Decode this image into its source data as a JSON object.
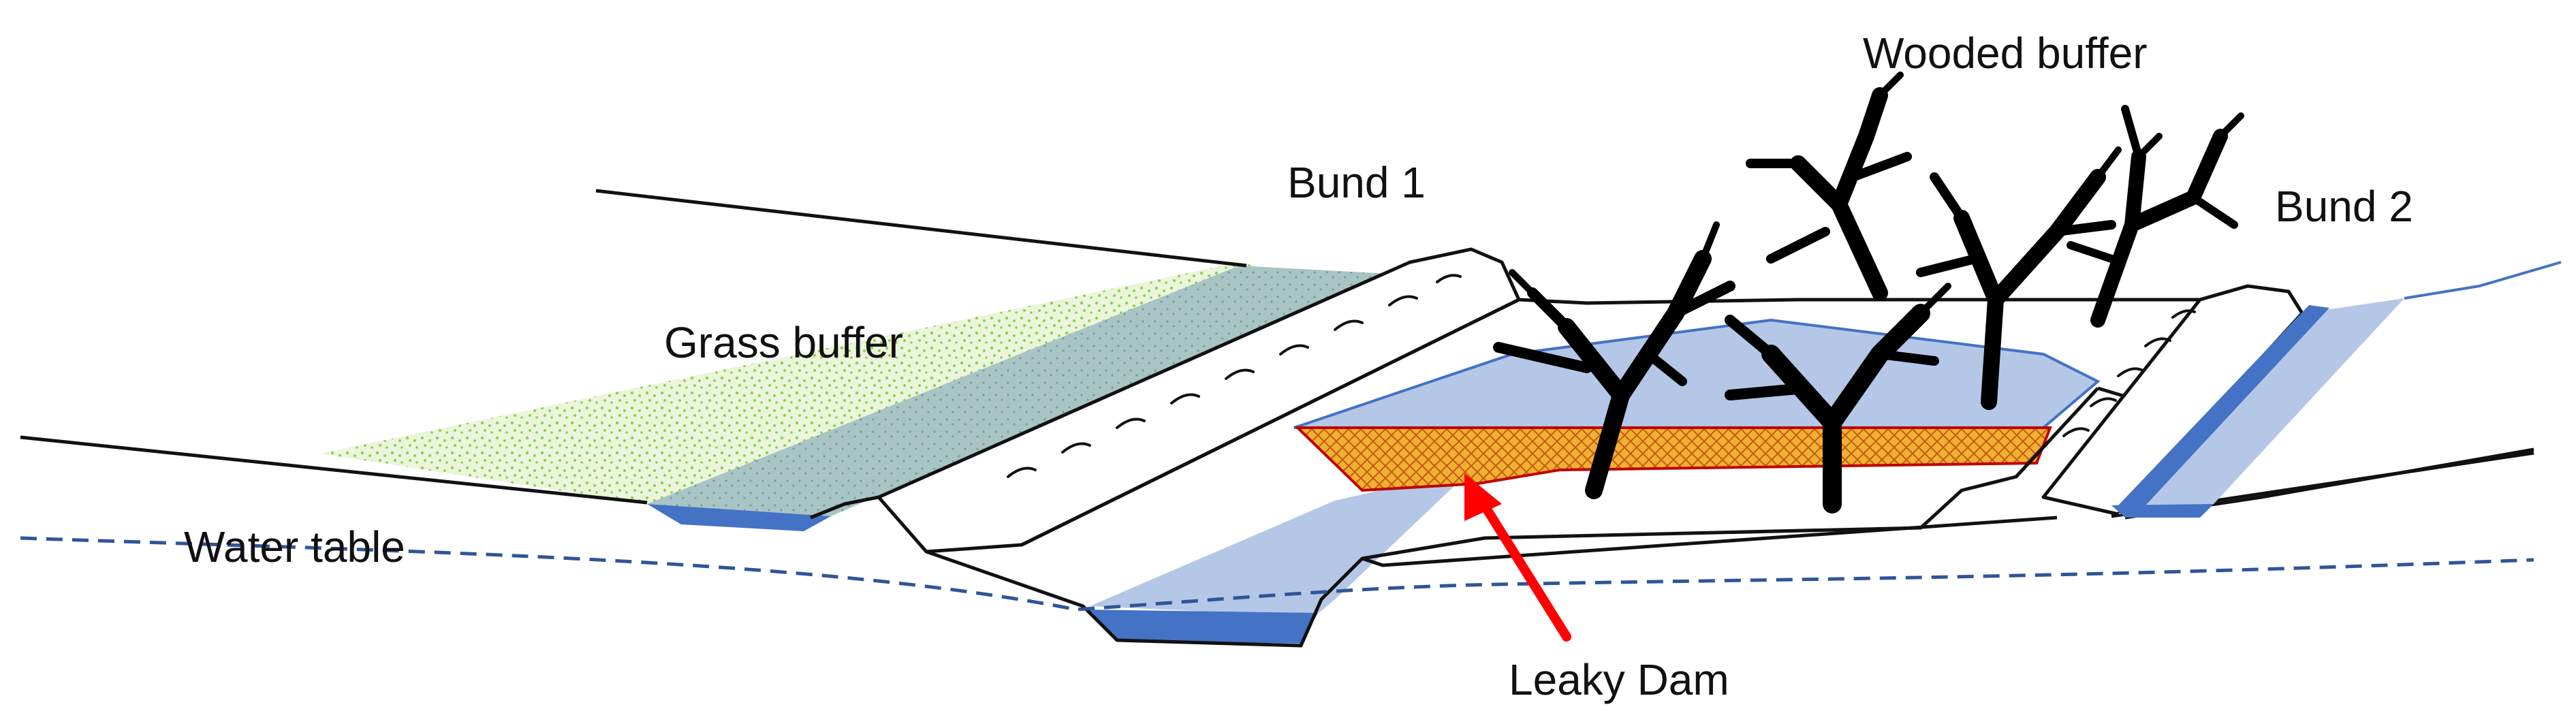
{
  "labels": {
    "wooded_buffer": "Wooded buffer",
    "bund_1": "Bund 1",
    "bund_2": "Bund 2",
    "grass_buffer": "Grass buffer",
    "water_table": "Water table",
    "leaky_dam": "Leaky Dam"
  },
  "colors": {
    "outline": "#111111",
    "grass_fill": "#eaf5dc",
    "grass_dots": "#8fcf4a",
    "wet_strip": "#a9c4c4",
    "water_light": "#b4c7e7",
    "water_dark": "#4472c4",
    "water_table_line": "#2f5597",
    "dam_fill": "#f0b132",
    "dam_hatch": "#c65911",
    "arrow": "#ff0000",
    "trees": "#000000"
  }
}
